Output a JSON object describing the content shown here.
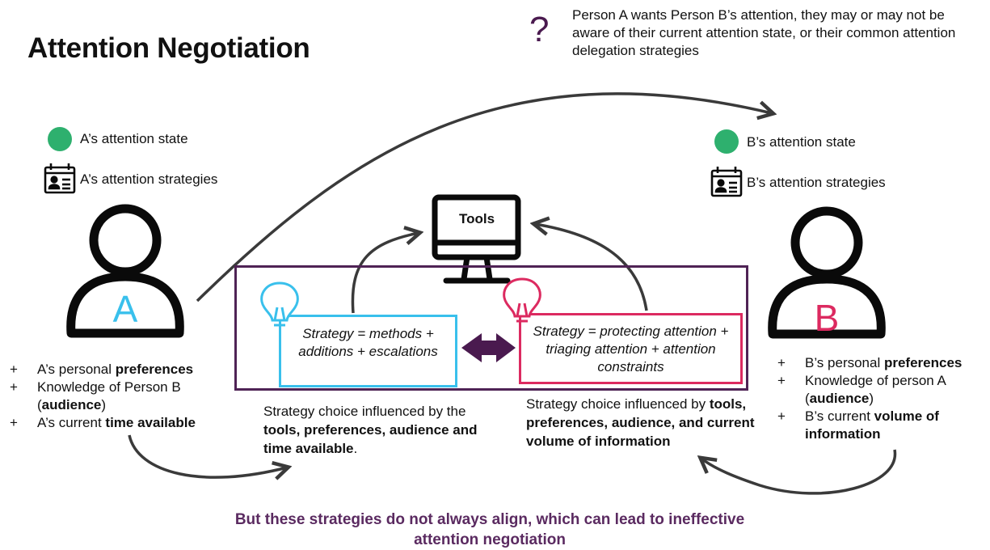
{
  "title": "Attention Negotiation",
  "question": {
    "icon": "question-mark-icon",
    "mark": "?",
    "text": "Person A wants Person B’s attention, they may or may not be aware of their current attention state, or their common attention delegation strategies"
  },
  "person_a": {
    "letter": "A",
    "state_label": "A’s attention state",
    "strategies_label": "A’s attention strategies",
    "list": {
      "i1_pre": "A’s personal ",
      "i1_bold": "preferences",
      "i2_pre": "Knowledge of Person B (",
      "i2_bold": "audience",
      "i2_post": ")",
      "i3_pre": "A’s current ",
      "i3_bold": "time available"
    }
  },
  "person_b": {
    "letter": "B",
    "state_label": "B’s attention state",
    "strategies_label": "B’s attention strategies",
    "list": {
      "i1_pre": "B’s personal ",
      "i1_bold": "preferences",
      "i2_pre": "Knowledge of person A (",
      "i2_bold": "audience",
      "i2_post": ")",
      "i3_pre": "B’s current ",
      "i3_bold": "volume of information"
    }
  },
  "tools": {
    "label": "Tools"
  },
  "strategy_a": "Strategy = methods + additions + escalations",
  "strategy_b": "Strategy = protecting attention + triaging attention + attention constraints",
  "influence_a": {
    "pre": "Strategy choice influenced by the ",
    "bold": "tools, preferences, audience and time available",
    "post": "."
  },
  "influence_b": {
    "pre": "Strategy choice influenced by ",
    "bold": "tools, preferences, audience, and current volume of information"
  },
  "conclusion": "But these strategies do not always align, which can lead to ineffective attention negotiation",
  "colors": {
    "state_green": "#2eb06e",
    "a_blue": "#39c0ec",
    "b_pink": "#dc2a60",
    "frame_purple": "#4f2355",
    "arrow_purple": "#4a1a4f",
    "text_purple": "#5a2a60"
  }
}
